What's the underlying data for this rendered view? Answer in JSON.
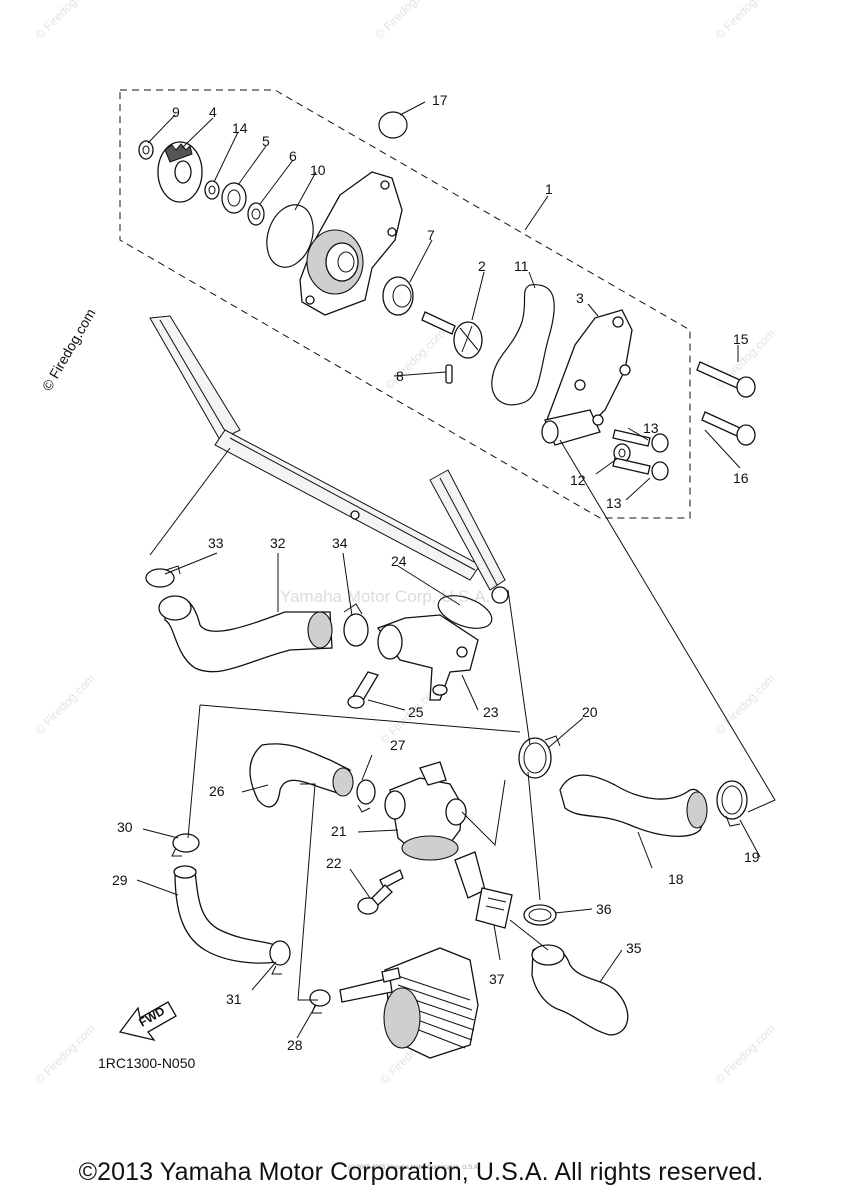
{
  "diagram": {
    "callouts": [
      "1",
      "2",
      "3",
      "4",
      "5",
      "6",
      "7",
      "8",
      "9",
      "10",
      "11",
      "12",
      "13",
      "13",
      "14",
      "15",
      "16",
      "17",
      "18",
      "19",
      "20",
      "21",
      "22",
      "23",
      "24",
      "25",
      "26",
      "27",
      "28",
      "29",
      "30",
      "31",
      "32",
      "33",
      "34",
      "35",
      "36",
      "37"
    ],
    "diagram_code": "1RC1300-N050",
    "fwd_label": "FWD",
    "watermark_center": "Yamaha Motor Corp, U.S.A.",
    "watermark_site": "© Firedog.com",
    "footer_small": "(c) 2000-2015 Yamaha Motor Corporation, U.S.A."
  },
  "footer": {
    "copyright": "©2013 Yamaha Motor Corporation, U.S.A. All rights reserved."
  },
  "colors": {
    "line": "#111111",
    "watermark": "#dcdcdc",
    "shade": "#cfcfcf"
  }
}
